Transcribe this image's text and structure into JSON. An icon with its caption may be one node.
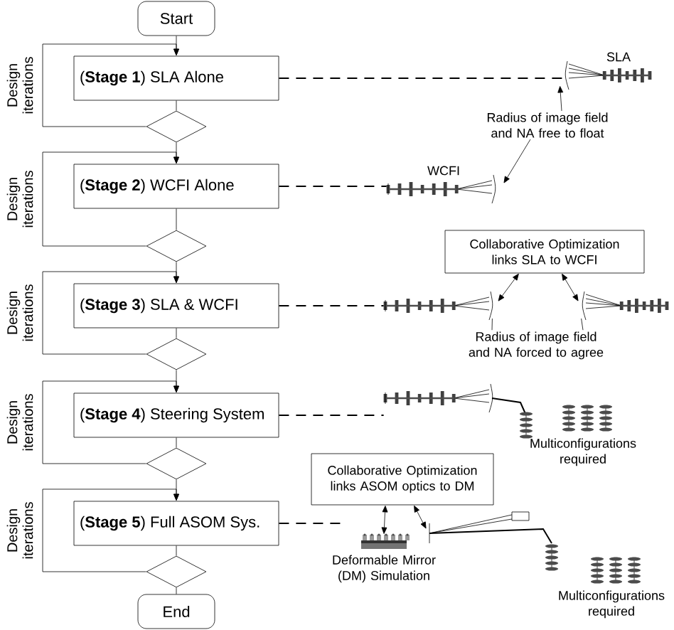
{
  "diagram": {
    "nodes": [
      {
        "text": [
          "Start"
        ]
      },
      {
        "text": [
          "(**Stage 1**) SLA Alone"
        ]
      },
      {
        "text": [],
        "shape": "diamond"
      },
      {
        "text": [
          "(**Stage 2**) WCFI Alone"
        ]
      },
      {
        "text": [],
        "shape": "diamond"
      },
      {
        "text": [
          "(**Stage 3**) SLA & WCFI"
        ]
      },
      {
        "text": [],
        "shape": "diamond"
      },
      {
        "text": [
          "(**Stage 4**) Steering System"
        ]
      },
      {
        "text": [],
        "shape": "diamond"
      },
      {
        "text": [
          "(**Stage 5**) Full ASOM Sys."
        ]
      },
      {
        "text": [],
        "shape": "diamond"
      },
      {
        "text": [
          "End"
        ]
      },
      {
        "text": [],
        "shape": "picture",
        "beside": [
          "SLA"
        ]
      },
      {
        "text": [
          "Radius of image field and NA free to float"
        ]
      },
      {
        "text": [],
        "shape": "picture",
        "beside": [
          "WCFI"
        ]
      },
      {
        "text": [
          "Collaborative Optimization links SLA to WCFI"
        ]
      },
      {
        "text": [],
        "shape": "picture"
      },
      {
        "text": [],
        "shape": "picture"
      },
      {
        "text": [
          "Radius of image field and NA forced to agree"
        ]
      },
      {
        "text": [],
        "shape": "picture"
      },
      {
        "text": [
          "Collaborative Optimization links ASOM optics to DM"
        ]
      },
      {
        "text": [],
        "shape": "picture",
        "beside": [
          "Deformable Mirror (DM) Simulation"
        ]
      },
      {
        "text": [],
        "shape": "picture"
      }
    ],
    "edges": [
      {
        "from": 0,
        "to": 1,
        "arrow": "to"
      },
      {
        "from": 1,
        "to": 2,
        "arrow": "none"
      },
      {
        "from": 2,
        "to": 1,
        "arrow": "to",
        "label": "Design iterations"
      },
      {
        "from": 2,
        "to": 3,
        "arrow": "to"
      },
      {
        "from": 3,
        "to": 4,
        "arrow": "none"
      },
      {
        "from": 4,
        "to": 3,
        "arrow": "to",
        "label": "Design iterations"
      },
      {
        "from": 4,
        "to": 5,
        "arrow": "to"
      },
      {
        "from": 5,
        "to": 6,
        "arrow": "none"
      },
      {
        "from": 6,
        "to": 5,
        "arrow": "to",
        "label": "Design iterations"
      },
      {
        "from": 6,
        "to": 7,
        "arrow": "to"
      },
      {
        "from": 7,
        "to": 8,
        "arrow": "none"
      },
      {
        "from": 8,
        "to": 7,
        "arrow": "to",
        "label": "Design iterations"
      },
      {
        "from": 8,
        "to": 9,
        "arrow": "to"
      },
      {
        "from": 9,
        "to": 10,
        "arrow": "none"
      },
      {
        "from": 10,
        "to": 9,
        "arrow": "to",
        "label": "Design iterations"
      },
      {
        "from": 10,
        "to": 11,
        "arrow": "none"
      },
      {
        "from": 1,
        "to": 12,
        "arrow": "none",
        "style": "dashed"
      },
      {
        "from": 3,
        "to": 14,
        "arrow": "none",
        "style": "dashed"
      },
      {
        "from": 5,
        "to": 16,
        "arrow": "none",
        "style": "dashed"
      },
      {
        "from": 7,
        "to": 19,
        "arrow": "none",
        "style": "dashed"
      },
      {
        "from": 9,
        "to": null,
        "arrow": "none",
        "style": "dashed"
      },
      {
        "from": 13,
        "to": 12,
        "arrow": "to"
      },
      {
        "from": 13,
        "to": 14,
        "arrow": "to"
      },
      {
        "from": 15,
        "to": 16,
        "arrow": "both"
      },
      {
        "from": 15,
        "to": 17,
        "arrow": "both"
      },
      {
        "from": 18,
        "to": 16,
        "arrow": "none"
      },
      {
        "from": 18,
        "to": 17,
        "arrow": "none"
      },
      {
        "from": 20,
        "to": 21,
        "arrow": "both"
      },
      {
        "from": 20,
        "to": 22,
        "arrow": "both"
      }
    ],
    "labels": [
      "Multiconfigurations required",
      "Multiconfigurations required"
    ]
  }
}
